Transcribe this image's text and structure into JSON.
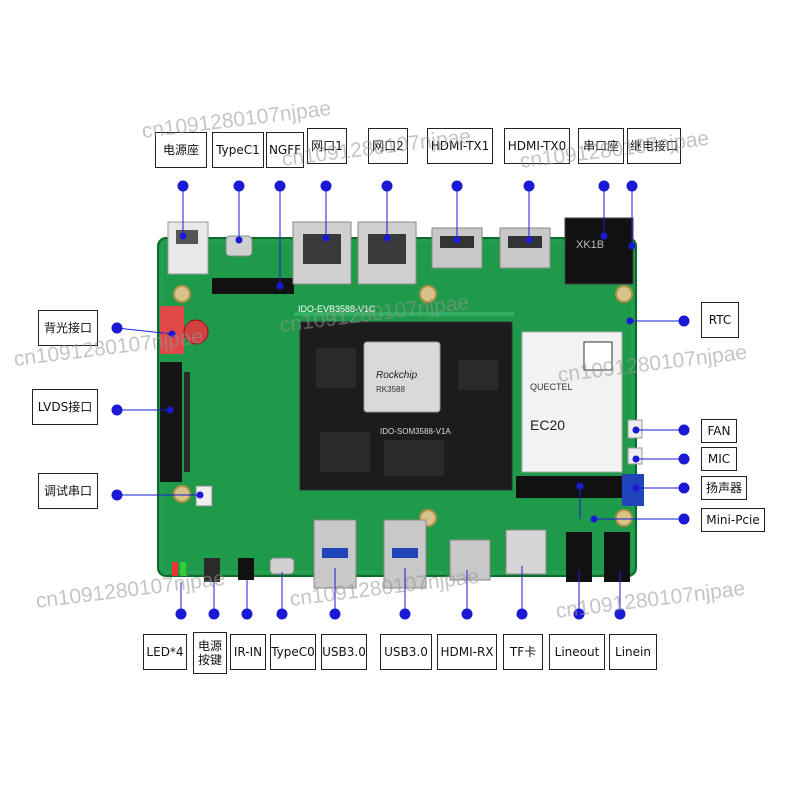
{
  "top_labels": [
    {
      "id": "power-socket",
      "text": "电源座"
    },
    {
      "id": "typec1",
      "text": "TypeC1"
    },
    {
      "id": "ngff",
      "text": "NGFF"
    },
    {
      "id": "ethernet-1",
      "text": "网口1"
    },
    {
      "id": "ethernet-2",
      "text": "网口2"
    },
    {
      "id": "hdmi-tx1",
      "text": "HDMI-TX1"
    },
    {
      "id": "hdmi-tx0",
      "text": "HDMI-TX0"
    },
    {
      "id": "serial-port",
      "text": "串口座"
    },
    {
      "id": "relay-interface",
      "text": "继电接口"
    }
  ],
  "left_labels": [
    {
      "id": "backlight",
      "text": "背光接口"
    },
    {
      "id": "lvds",
      "text": "LVDS接口"
    },
    {
      "id": "debug-serial",
      "text": "调试串口"
    }
  ],
  "right_labels": [
    {
      "id": "rtc",
      "text": "RTC"
    },
    {
      "id": "fan",
      "text": "FAN"
    },
    {
      "id": "mic",
      "text": "MIC"
    },
    {
      "id": "speaker",
      "text": "扬声器"
    },
    {
      "id": "mini-pcie",
      "text": "Mini-Pcie"
    }
  ],
  "bottom_labels": [
    {
      "id": "led",
      "text": "LED*4"
    },
    {
      "id": "power-key",
      "text": "电源按键"
    },
    {
      "id": "ir-in",
      "text": "IR-IN"
    },
    {
      "id": "typec0",
      "text": "TypeC0"
    },
    {
      "id": "usb3-a",
      "text": "USB3.0"
    },
    {
      "id": "usb3-b",
      "text": "USB3.0"
    },
    {
      "id": "hdmi-rx",
      "text": "HDMI-RX"
    },
    {
      "id": "tf-card",
      "text": "TF卡"
    },
    {
      "id": "lineout",
      "text": "Lineout"
    },
    {
      "id": "linein",
      "text": "Linein"
    }
  ],
  "board": {
    "silk_main": "IDO-EVB3588-V1C",
    "silk_som": "IDO-SOM3588-V1A",
    "chip_brand": "Rockchip",
    "chip_model": "RK3588",
    "module_brand": "QUECTEL",
    "module_model": "EC20",
    "relay_mark": "XK1B"
  },
  "watermark": "cn1091280107njpae",
  "colors": {
    "pcb": "#1e9a4a",
    "pcb_dark": "#157a38",
    "dot": "#1a1ad6",
    "label_border": "#222222"
  }
}
